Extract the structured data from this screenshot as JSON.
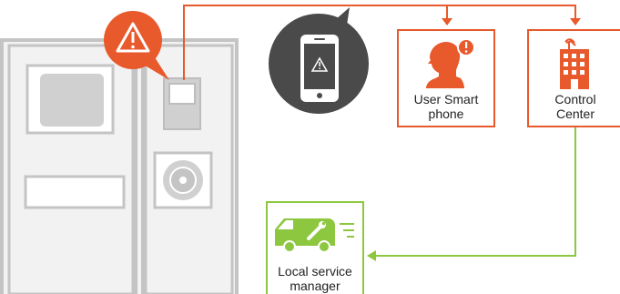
{
  "colors": {
    "alert_orange": "#e8592b",
    "service_green": "#8dc63f",
    "cabinet_gray": "#d9d9d9",
    "cabinet_stroke": "#c4c4c4",
    "phone_bubble": "#4a4a4a",
    "text": "#222222"
  },
  "icons": {
    "alert": "warning-triangle-icon",
    "phone": "smartphone-icon",
    "user": "user-notification-icon",
    "control": "building-antenna-icon",
    "service": "service-van-icon"
  },
  "nodes": {
    "user_smartphone": {
      "label_line1": "User Smart",
      "label_line2": "phone"
    },
    "control_center": {
      "label_line1": "Control",
      "label_line2": "Center"
    },
    "local_service": {
      "label_line1": "Local service",
      "label_line2": "manager"
    }
  }
}
